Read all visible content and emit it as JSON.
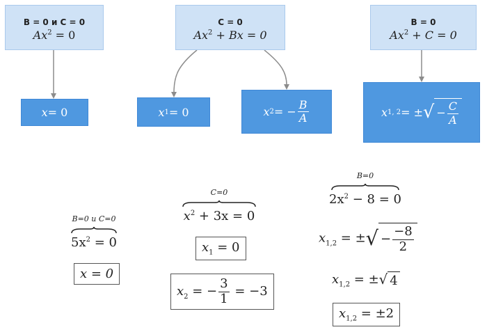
{
  "flow": {
    "case1": {
      "condition": "B = 0 и C = 0",
      "equation": {
        "lhs": "Ax",
        "exp": "2",
        "rhs": " = 0"
      },
      "result": {
        "var": "x",
        "rhs": " = 0"
      }
    },
    "case2": {
      "condition": "C = 0",
      "equation": {
        "lhs": "Ax",
        "exp": "2",
        "rhs": " + Bx = 0"
      },
      "result1": {
        "var": "x",
        "sub": "1",
        "rhs": " = 0"
      },
      "result2": {
        "var": "x",
        "sub": "2",
        "eq": " = −",
        "num": "B",
        "den": "A"
      }
    },
    "case3": {
      "condition": "B = 0",
      "equation": {
        "lhs": "Ax",
        "exp": "2",
        "rhs": " + C = 0"
      },
      "result": {
        "var": "x",
        "sub": "1, 2",
        "eq": " = ± ",
        "minus": "−",
        "num": "C",
        "den": "A"
      }
    }
  },
  "examples": {
    "ex1": {
      "brace_label": "B=0 и C=0",
      "eq": {
        "lhs": "5x",
        "exp": "2",
        "rhs": " = 0"
      },
      "answer": "x = 0"
    },
    "ex2": {
      "brace_label": "C=0",
      "eq": {
        "lhs": "x",
        "exp": "2",
        "rhs": " + 3x = 0"
      },
      "answer1": {
        "var": "x",
        "sub": "1",
        "rhs": " = 0"
      },
      "answer2": {
        "var": "x",
        "sub": "2",
        "eq": " = −",
        "num": "3",
        "den": "1",
        "rhs": " = −3"
      }
    },
    "ex3": {
      "brace_label": "B=0",
      "eq": {
        "lhs": "2x",
        "exp": "2",
        "rhs": " − 8 = 0"
      },
      "step1": {
        "var": "x",
        "sub": "1,2",
        "eq": " = ±",
        "minus": "−",
        "num": "−8",
        "den": "2"
      },
      "step2": {
        "var": "x",
        "sub": "1,2",
        "eq": " = ±",
        "radicand": "4"
      },
      "answer": {
        "var": "x",
        "sub": "1,2",
        "rhs": " = ±2"
      }
    }
  },
  "colors": {
    "condition_box": "#cfe2f6",
    "result_box": "#4f98e0",
    "arrow": "#8c8c8c"
  }
}
